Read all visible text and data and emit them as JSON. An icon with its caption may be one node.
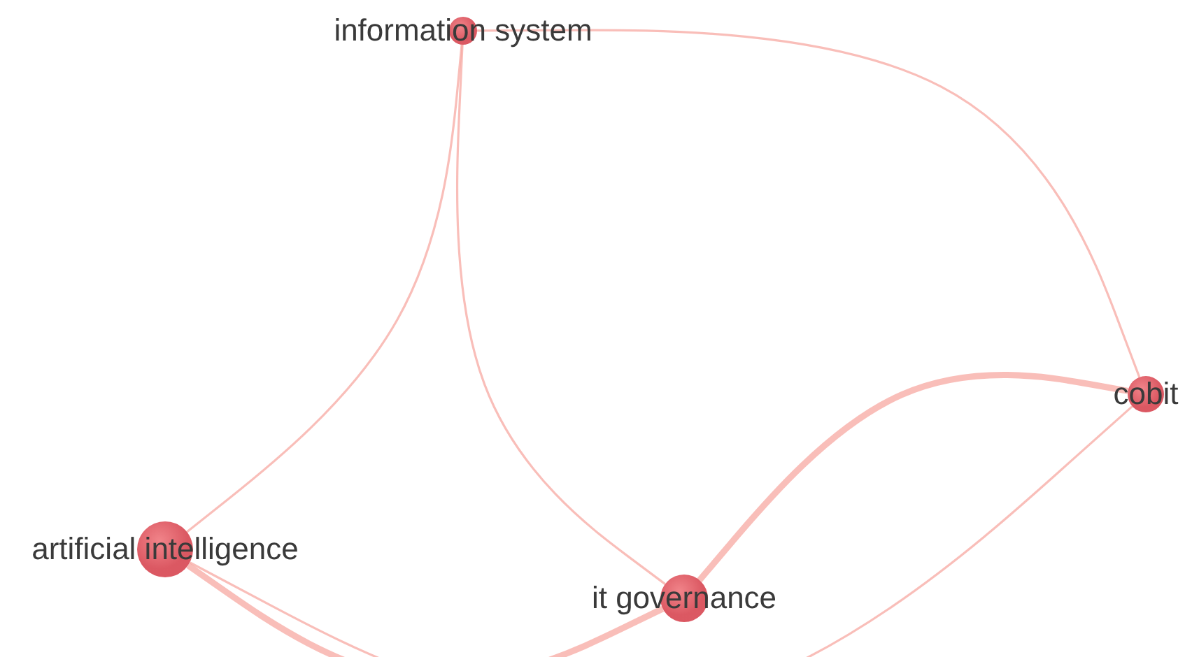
{
  "diagram": {
    "nodes": [
      {
        "text": [
          "information system"
        ]
      },
      {
        "text": [
          "cobit"
        ]
      },
      {
        "text": [
          "artificial intelligence"
        ]
      },
      {
        "text": [
          "it governance"
        ]
      }
    ],
    "edges": [
      {
        "from": 0,
        "to": 2,
        "arrow": "none"
      },
      {
        "from": 0,
        "to": 3,
        "arrow": "none"
      },
      {
        "from": 0,
        "to": 1,
        "arrow": "none"
      },
      {
        "from": 2,
        "to": 3,
        "arrow": "none",
        "style": "thick"
      },
      {
        "from": 2,
        "to": 1,
        "arrow": "none"
      },
      {
        "from": 3,
        "to": 1,
        "arrow": "none",
        "style": "thick"
      }
    ]
  }
}
